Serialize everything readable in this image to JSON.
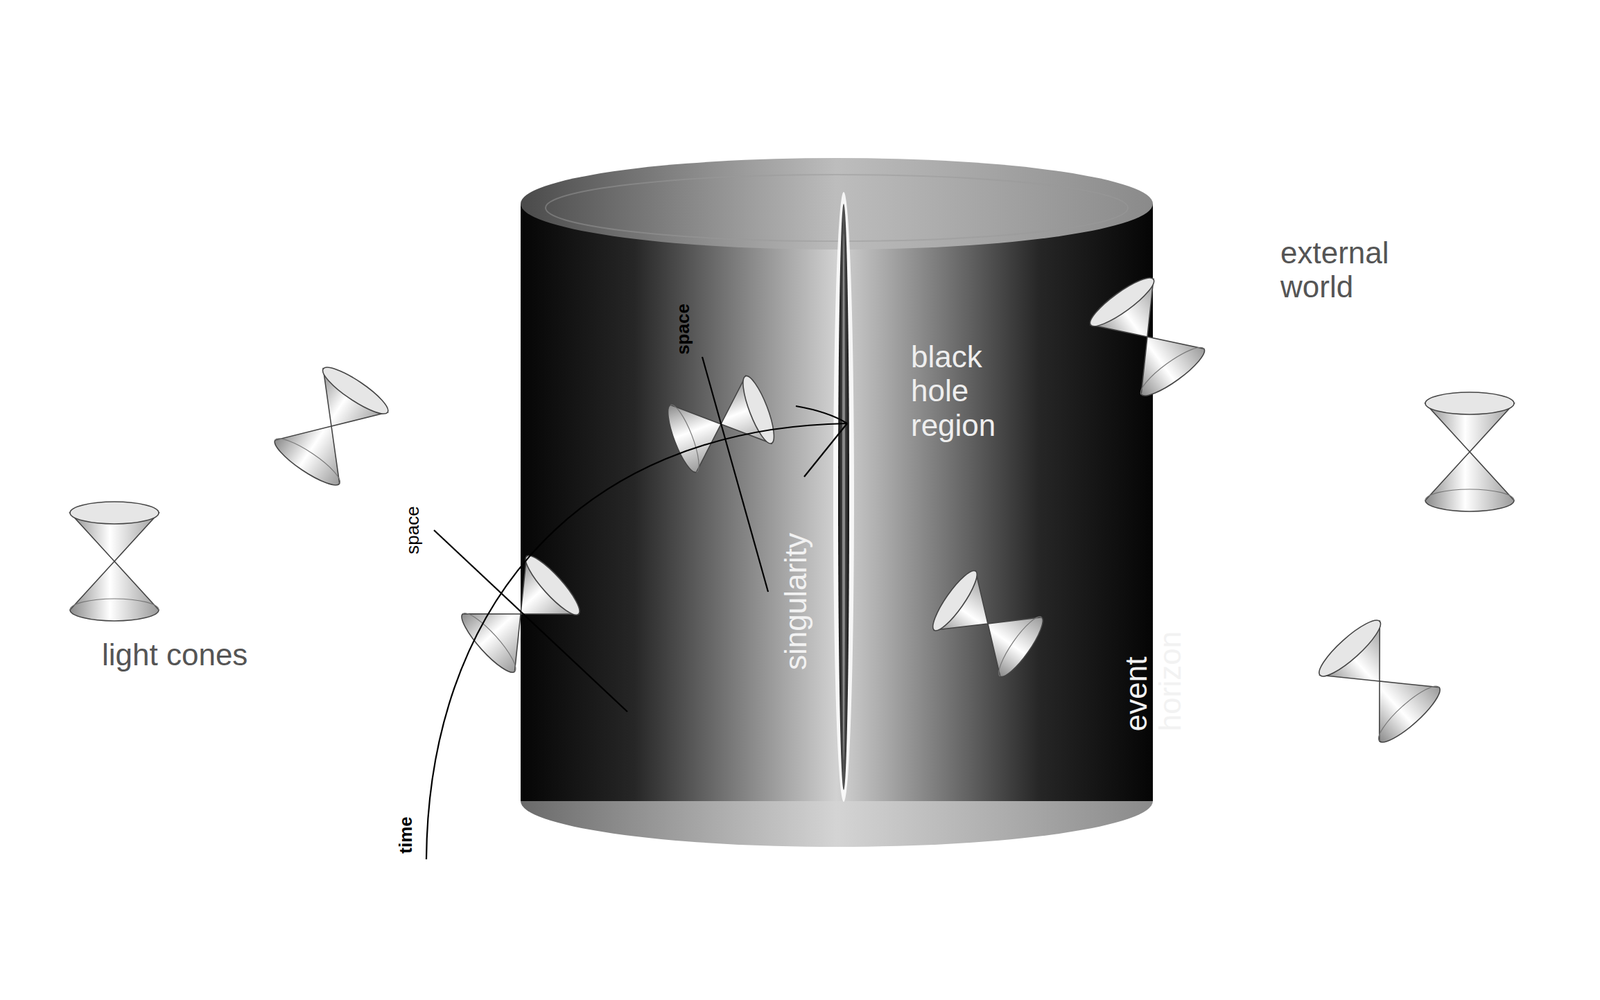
{
  "diagram": {
    "labels": [
      "external world",
      "black hole region",
      "light cones",
      "singularity",
      "event horizon",
      "space",
      "space",
      "time"
    ]
  }
}
